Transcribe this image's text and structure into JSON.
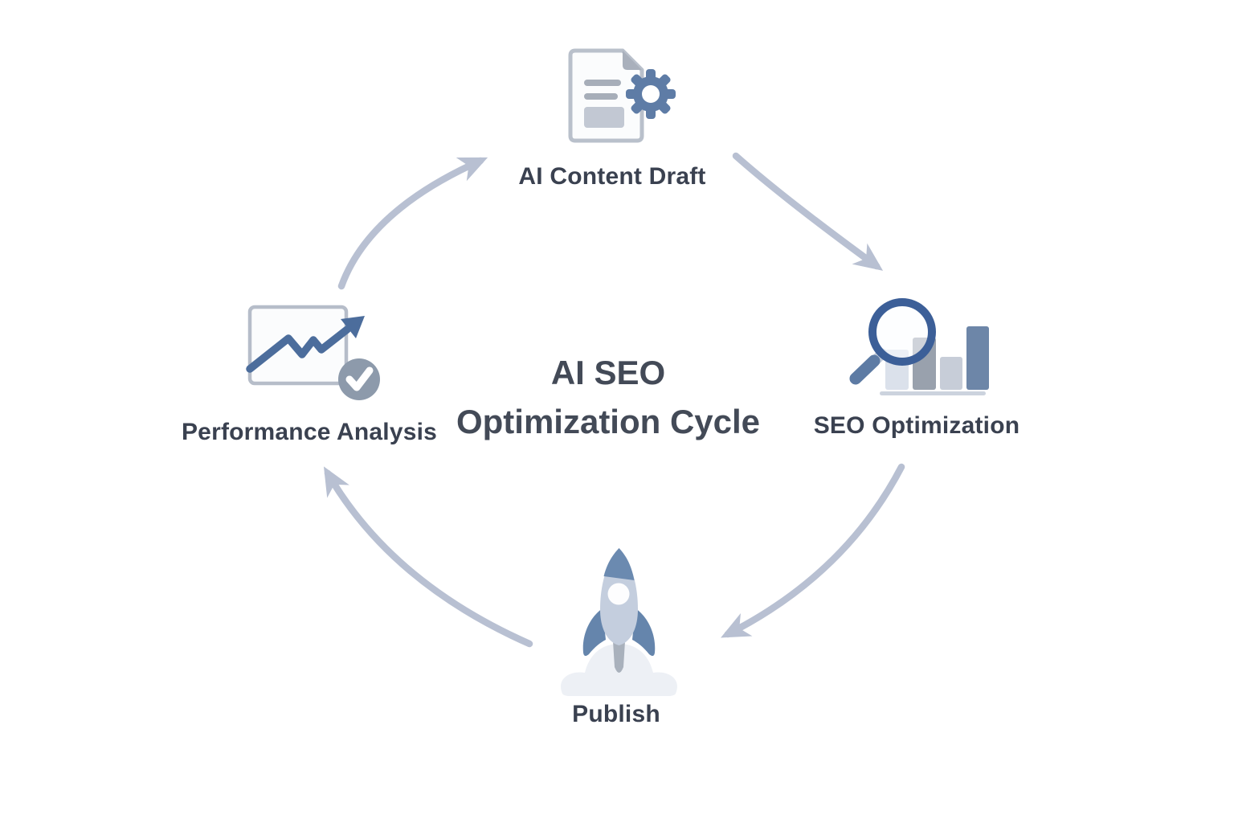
{
  "title": {
    "line1": "AI SEO",
    "line2": "Optimization Cycle"
  },
  "nodes": [
    {
      "id": "ai-content-draft",
      "label": "AI Content Draft",
      "icon": "document-gear-icon",
      "position": "top"
    },
    {
      "id": "seo-optimization",
      "label": "SEO Optimization",
      "icon": "magnifier-bar-chart-icon",
      "position": "right"
    },
    {
      "id": "publish",
      "label": "Publish",
      "icon": "rocket-icon",
      "position": "bottom"
    },
    {
      "id": "performance-analysis",
      "label": "Performance Analysis",
      "icon": "trend-chart-check-icon",
      "position": "left"
    }
  ],
  "flow": [
    "ai-content-draft -> seo-optimization",
    "seo-optimization -> publish",
    "publish -> performance-analysis",
    "performance-analysis -> ai-content-draft"
  ],
  "colors": {
    "background": "#ffffff",
    "arrow": "#b8c0d2",
    "label_text": "#3a4150",
    "title_text": "#434a57",
    "steel_blue": "#5e7ca6",
    "dark_blue_ring": "#3c5f98",
    "light_fill": "#c4cede",
    "gray_fill": "#a7aeb9",
    "cloud_fill": "#edf0f5",
    "check_circle": "#8d9aab"
  }
}
